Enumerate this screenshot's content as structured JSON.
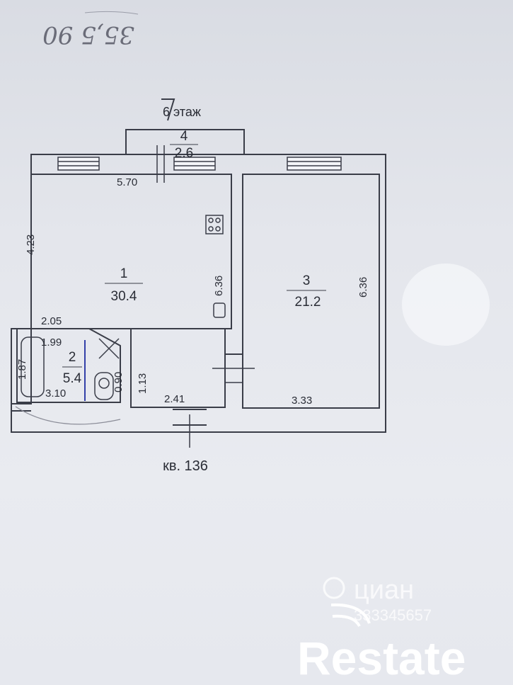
{
  "handwritten_note": "35,5 90",
  "floor_label": "6 этаж",
  "apartment_label": "кв. 136",
  "rooms": [
    {
      "number": "1",
      "area": "30.4"
    },
    {
      "number": "2",
      "area": "5.4"
    },
    {
      "number": "3",
      "area": "21.2"
    },
    {
      "number": "4",
      "area": "2.6"
    }
  ],
  "dimensions": {
    "room1_top": "5.70",
    "room1_left": "4.23",
    "room1_right": "6.36",
    "room1_bath_top": "2.05",
    "room1_bottom": "2.41",
    "room1_partition": "1.13",
    "room2_inner_top": "1.99",
    "room2_left": "1.87",
    "room2_bottom": "3.10",
    "room2_right": "0.90",
    "room3_right": "6.36",
    "room3_bottom": "3.33"
  },
  "watermarks": {
    "cian_name": "циан",
    "cian_id": "333345657",
    "restate": "Restate"
  }
}
